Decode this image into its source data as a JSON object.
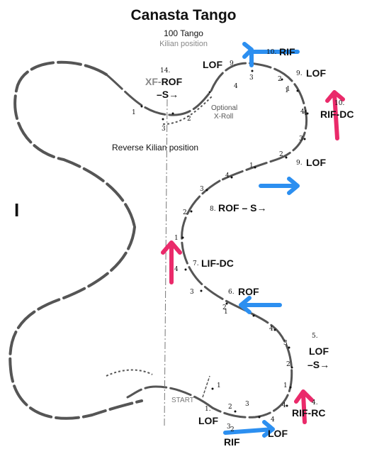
{
  "title": "Canasta Tango",
  "subtitle": "100 Tango",
  "position": "Kilian position",
  "reverse_position": "Reverse Kilian position",
  "start": "START",
  "optional_label": "Optional",
  "optional_label2": "X-Roll",
  "colors": {
    "arrow_blue": "#2c8ff0",
    "arrow_pink": "#ea2a6a",
    "rink": "#555555"
  },
  "steps": {
    "s1_num": "1.",
    "s1_edge": "LOF",
    "s2_num": "2",
    "s2_edge": "RIF",
    "s3_edge": "LOF",
    "s4_num": "4.",
    "s4_edge": "RIF-RC",
    "s5_num": "5.",
    "s5_edge": "LOF",
    "s5_edge2": "–S→",
    "s6_num": "6.",
    "s6_edge": "ROF",
    "s7_num": "7.",
    "s7_edge": "LIF-DC",
    "s8_num": "8.",
    "s8_edge": "ROF – S→",
    "s9a_num": "9.",
    "s9a_edge": "LOF",
    "s9b_num": "9.",
    "s9b_edge": "LOF",
    "s9c_num": "9.",
    "s9c_edge": "LOF",
    "s10a_num": "10.",
    "s10a_edge": "RIF",
    "s10b_num": "10.",
    "s10b_edge": "RIF-DC",
    "s14_num": "14.",
    "s14_edge_a": "XF-",
    "s14_edge_b": "ROF",
    "s14_edge2": "–S→"
  },
  "beats": [
    "1",
    "2",
    "3",
    "4",
    "1",
    "2",
    "3",
    "4",
    "1",
    "2",
    "3",
    "4",
    "1",
    "2",
    "3",
    "4",
    "1",
    "2",
    "3",
    "4",
    "1",
    "2",
    "3",
    "4",
    "1",
    "2",
    "3",
    "4",
    "3",
    "1",
    "4"
  ],
  "marker": "I"
}
